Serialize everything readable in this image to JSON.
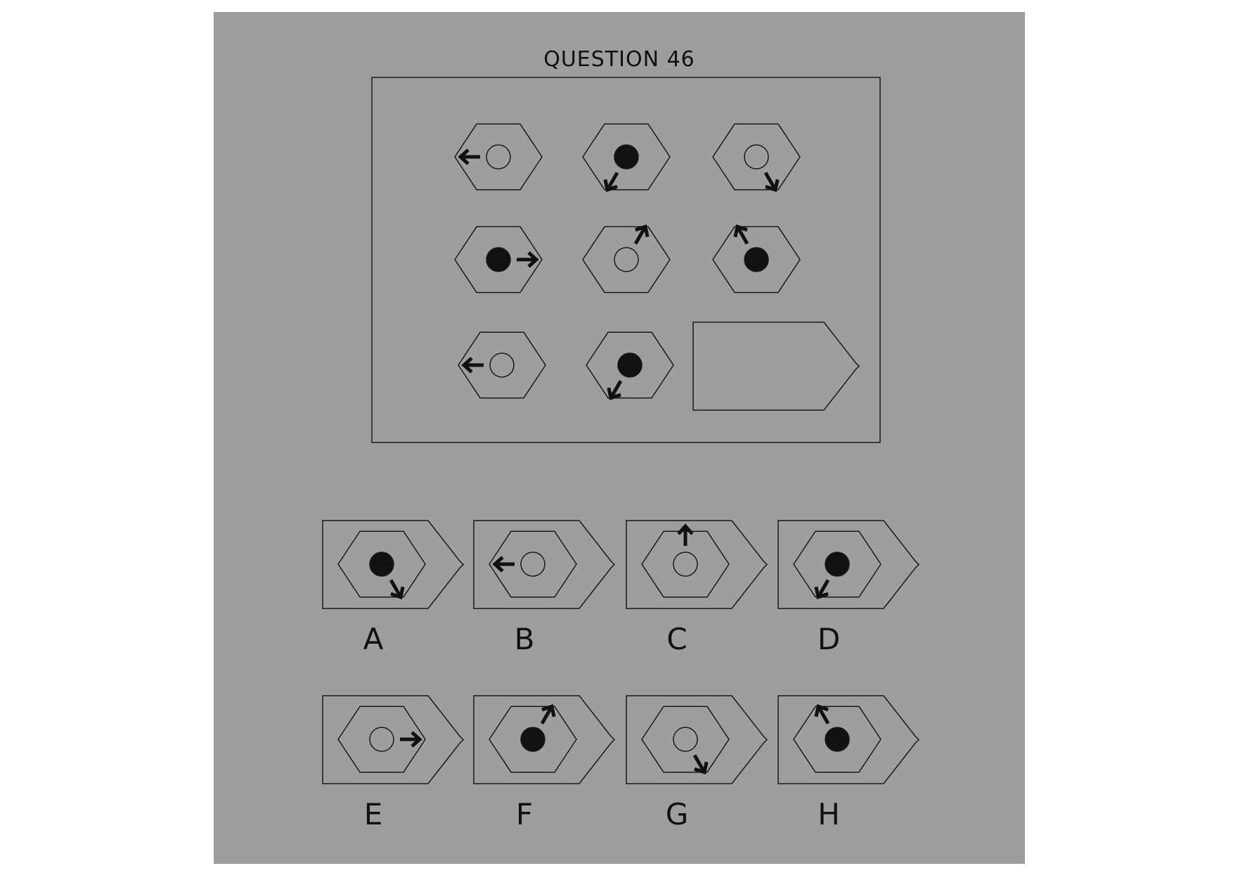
{
  "question": {
    "title": "QUESTION 46"
  },
  "colors": {
    "panel_background": "#9e9e9e",
    "outline": "#1a1a1a",
    "dot_filled": "#111111"
  },
  "puzzle_grid": {
    "cells": [
      {
        "dot": "hollow",
        "arrow": "left"
      },
      {
        "dot": "filled",
        "arrow": "down-left"
      },
      {
        "dot": "hollow",
        "arrow": "down-right"
      },
      {
        "dot": "filled",
        "arrow": "right"
      },
      {
        "dot": "hollow",
        "arrow": "up-right"
      },
      {
        "dot": "filled",
        "arrow": "up-left"
      },
      {
        "dot": "hollow",
        "arrow": "left"
      },
      {
        "dot": "filled",
        "arrow": "down-left"
      },
      {
        "missing": true
      }
    ]
  },
  "options": [
    {
      "label": "A",
      "dot": "filled",
      "arrow": "down-right"
    },
    {
      "label": "B",
      "dot": "hollow",
      "arrow": "left"
    },
    {
      "label": "C",
      "dot": "hollow",
      "arrow": "up"
    },
    {
      "label": "D",
      "dot": "filled",
      "arrow": "down-left"
    },
    {
      "label": "E",
      "dot": "hollow",
      "arrow": "right"
    },
    {
      "label": "F",
      "dot": "filled",
      "arrow": "up-right"
    },
    {
      "label": "G",
      "dot": "hollow",
      "arrow": "down-right"
    },
    {
      "label": "H",
      "dot": "filled",
      "arrow": "up-left"
    }
  ]
}
